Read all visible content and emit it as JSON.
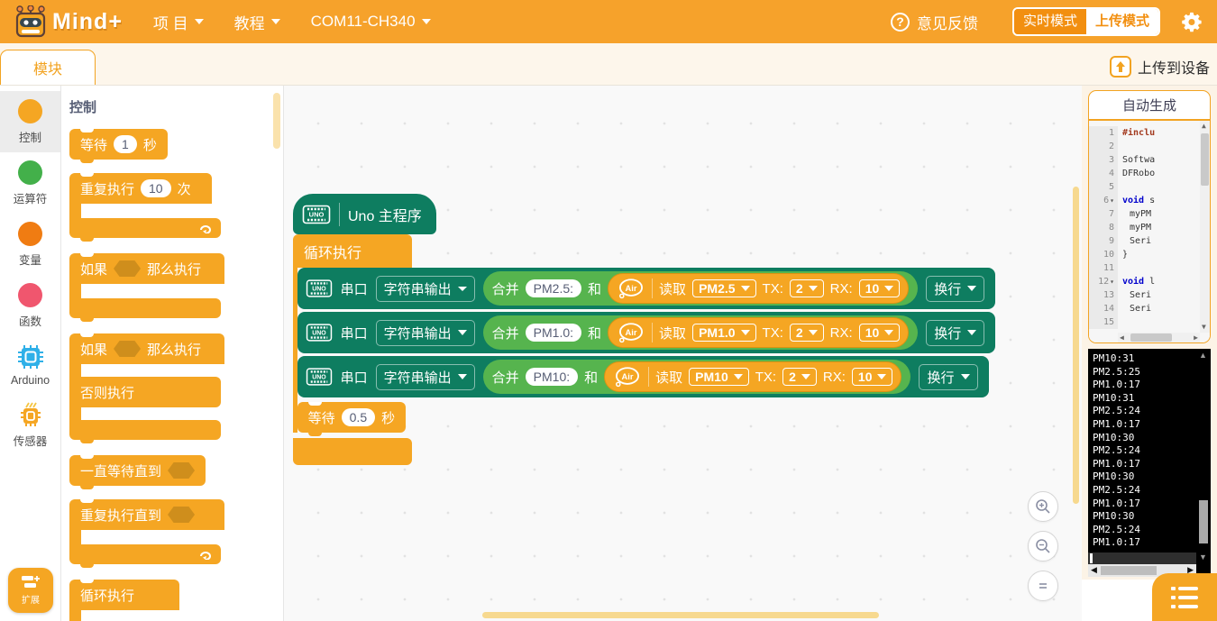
{
  "header": {
    "logo_text": "Mind+",
    "menu_project": "项 目",
    "menu_tutorial": "教程",
    "menu_serial_port": "COM11-CH340",
    "feedback": "意见反馈",
    "question_glyph": "?",
    "mode_realtime": "实时模式",
    "mode_upload": "上传模式"
  },
  "toolbar": {
    "modules_tab": "模块",
    "upload_button": "上传到设备"
  },
  "sidebar": {
    "control": "控制",
    "operators": "运算符",
    "variables": "变量",
    "functions": "函数",
    "arduino": "Arduino",
    "sensors": "传感器",
    "extension": "扩展",
    "colors": {
      "control": "#F5A623",
      "operators": "#43B04A",
      "variables": "#F07C12",
      "functions": "#F0566E"
    }
  },
  "palette": {
    "header": "控制",
    "wait_pre": "等待",
    "wait_value": "1",
    "wait_post": "秒",
    "repeat_pre": "重复执行",
    "repeat_value": "10",
    "repeat_post": "次",
    "if_pre": "如果",
    "if_post": "那么执行",
    "else_label": "否则执行",
    "wait_until": "一直等待直到",
    "repeat_until": "重复执行直到",
    "forever": "循环执行"
  },
  "canvas": {
    "hat_label": "Uno 主程序",
    "uno_label": "UNO",
    "forever_label": "循环执行",
    "serial_label": "串口",
    "serial_mode": "字符串输出",
    "merge_label": "合并",
    "and_label": "和",
    "air_label": "Air",
    "read_label": "读取",
    "tx_label": "TX:",
    "rx_label": "RX:",
    "newline_label": "换行",
    "rows": [
      {
        "text": "PM2.5:",
        "sensor": "PM2.5",
        "tx": "2",
        "rx": "10"
      },
      {
        "text": "PM1.0:",
        "sensor": "PM1.0",
        "tx": "2",
        "rx": "10"
      },
      {
        "text": "PM10:",
        "sensor": "PM10",
        "tx": "2",
        "rx": "10"
      }
    ],
    "wait_pre": "等待",
    "wait_value": "0.5",
    "wait_post": "秒"
  },
  "code_panel": {
    "title": "自动生成",
    "fold_glyph": "▾",
    "lines": [
      {
        "n": "1",
        "a": "#inclu"
      },
      {
        "n": "2",
        "c": ""
      },
      {
        "n": "3",
        "c": "Softwa"
      },
      {
        "n": "4",
        "c": "DFRobo"
      },
      {
        "n": "5",
        "c": ""
      },
      {
        "n": "6",
        "k": "void",
        "c": " s"
      },
      {
        "n": "7",
        "c": "myPM"
      },
      {
        "n": "8",
        "c": "myPM"
      },
      {
        "n": "9",
        "c": "Seri"
      },
      {
        "n": "10",
        "c": "}"
      },
      {
        "n": "11",
        "c": ""
      },
      {
        "n": "12",
        "k": "void",
        "c": " l"
      },
      {
        "n": "13",
        "c": "Seri"
      },
      {
        "n": "14",
        "c": "Seri"
      },
      {
        "n": "15",
        "c": ""
      }
    ]
  },
  "serial_monitor": {
    "lines": [
      "PM10:31",
      "PM2.5:25",
      "PM1.0:17",
      "PM10:31",
      "PM2.5:24",
      "PM1.0:17",
      "PM10:30",
      "PM2.5:24",
      "PM1.0:17",
      "PM10:30",
      "PM2.5:24",
      "PM1.0:17",
      "PM10:30",
      "PM2.5:24",
      "PM1.0:17"
    ]
  },
  "accent_colors": {
    "orange": "#F5A623",
    "dark_green": "#0E7D60",
    "light_green": "#56B44E",
    "header_orange": "#F6A22B"
  }
}
